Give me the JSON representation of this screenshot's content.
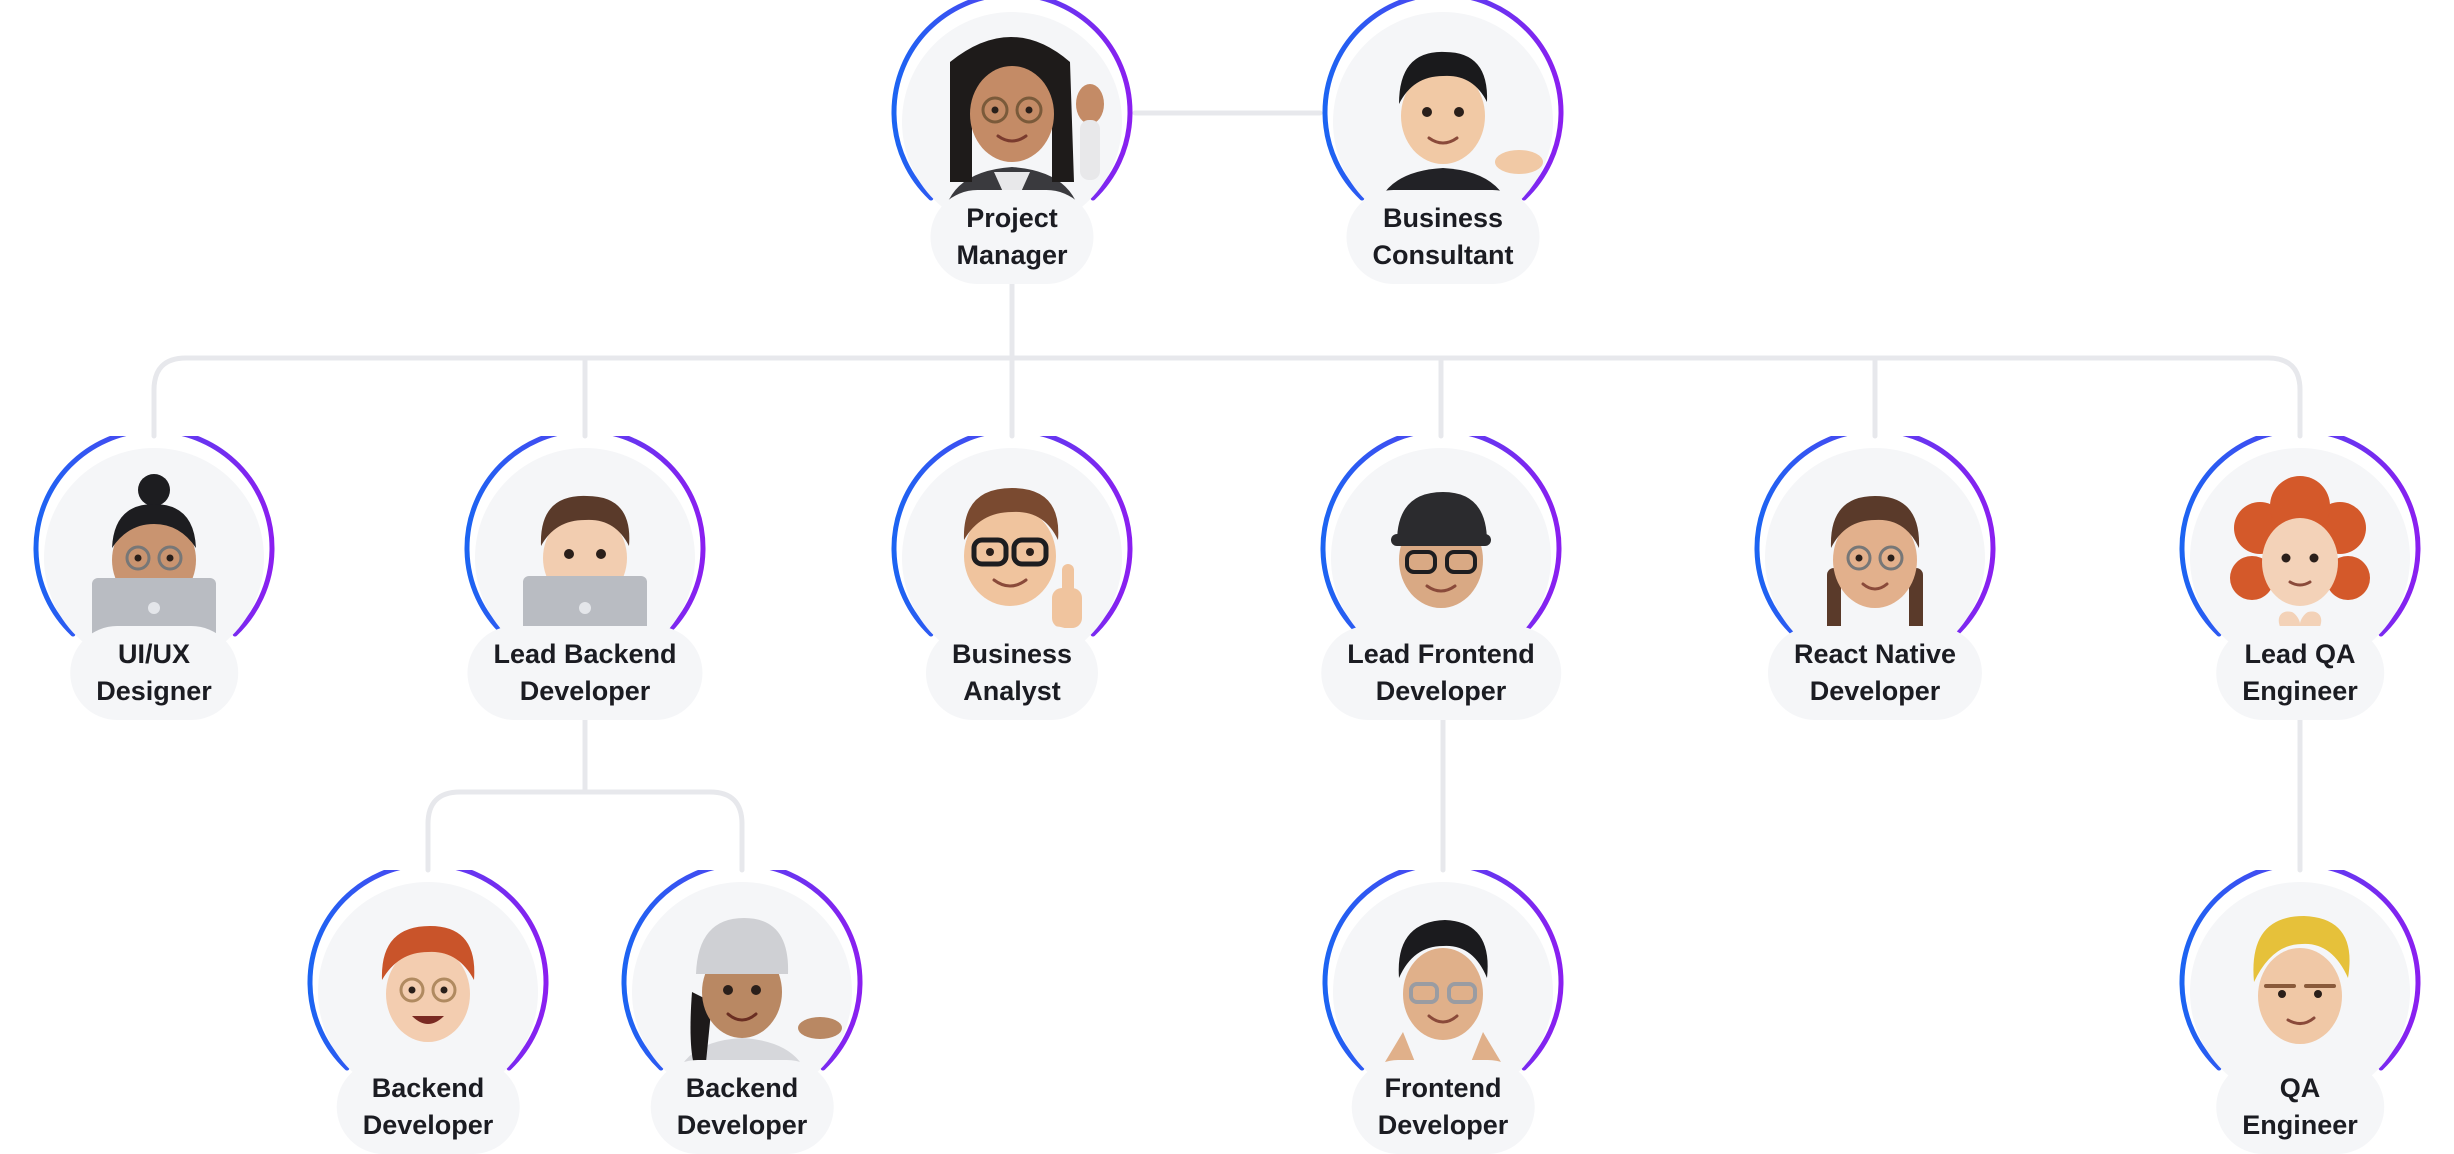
{
  "theme": {
    "connector_color": "#e7e8ec",
    "ring_gradient_start": "#1c64f2",
    "ring_gradient_end": "#8a1ff0",
    "avatar_background": "#f5f6f8",
    "label_background": "#f5f6f8",
    "label_text_color": "#1b1c22"
  },
  "nodes": [
    {
      "id": "project-manager",
      "lines": [
        "Project",
        "Manager"
      ],
      "avatar": "memoji-waving-woman-glasses",
      "parent": null
    },
    {
      "id": "business-consultant",
      "lines": [
        "Business",
        "Consultant"
      ],
      "avatar": "memoji-presenting-man",
      "parent": "project-manager",
      "relation": "peer"
    },
    {
      "id": "ui-ux-designer",
      "lines": [
        "UI/UX",
        "Designer"
      ],
      "avatar": "memoji-laptop-man-bun",
      "parent": "project-manager"
    },
    {
      "id": "lead-backend-developer",
      "lines": [
        "Lead Backend",
        "Developer"
      ],
      "avatar": "memoji-laptop-man",
      "parent": "project-manager"
    },
    {
      "id": "business-analyst",
      "lines": [
        "Business",
        "Analyst"
      ],
      "avatar": "memoji-thumbs-up-glasses",
      "parent": "project-manager"
    },
    {
      "id": "lead-frontend-developer",
      "lines": [
        "Lead Frontend",
        "Developer"
      ],
      "avatar": "memoji-cap-glasses",
      "parent": "project-manager"
    },
    {
      "id": "react-native-developer",
      "lines": [
        "React Native",
        "Developer"
      ],
      "avatar": "memoji-braids-glasses",
      "parent": "project-manager"
    },
    {
      "id": "lead-qa-engineer",
      "lines": [
        "Lead QA",
        "Engineer"
      ],
      "avatar": "memoji-curly-red-heart-hands",
      "parent": "project-manager"
    },
    {
      "id": "backend-developer-1",
      "lines": [
        "Backend",
        "Developer"
      ],
      "avatar": "memoji-ginger-glasses",
      "parent": "lead-backend-developer"
    },
    {
      "id": "backend-developer-2",
      "lines": [
        "Backend",
        "Developer"
      ],
      "avatar": "memoji-beanie-presenting",
      "parent": "lead-backend-developer"
    },
    {
      "id": "frontend-developer",
      "lines": [
        "Frontend",
        "Developer"
      ],
      "avatar": "memoji-dreadlocks-glasses",
      "parent": "lead-frontend-developer"
    },
    {
      "id": "qa-engineer",
      "lines": [
        "QA",
        "Engineer"
      ],
      "avatar": "memoji-blonde-glasses",
      "parent": "lead-qa-engineer"
    }
  ]
}
